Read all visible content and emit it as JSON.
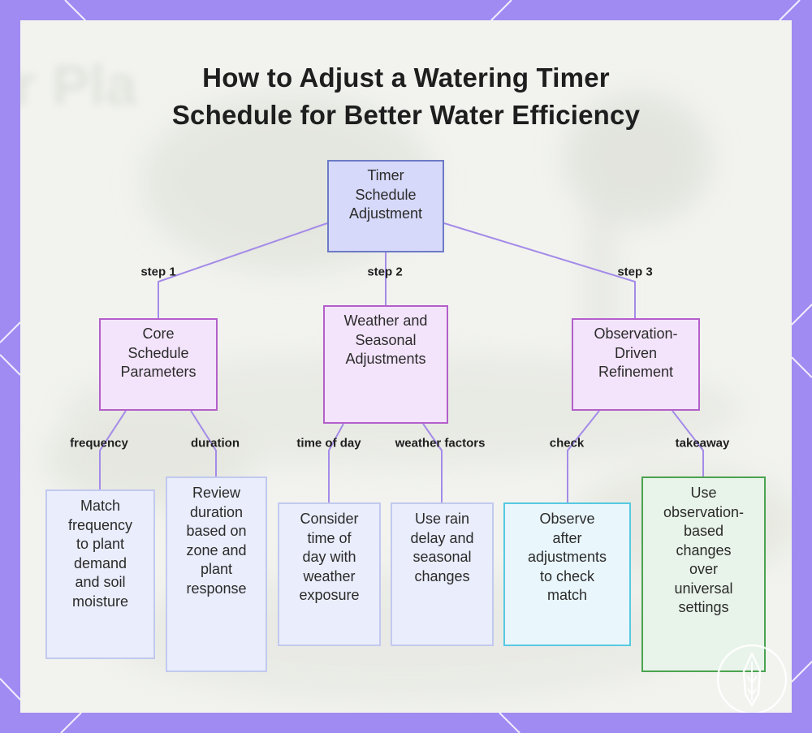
{
  "title": {
    "line1": "How to Adjust a Watering Timer",
    "line2": "Schedule for Better Water Efficiency"
  },
  "background_watermark_text": "r Pla",
  "colors": {
    "frame": "#a08bf2",
    "panel": "#f2f3ef",
    "connector": "#a48be8",
    "root_fill": "#d6d9f9",
    "root_border": "#6d7ac6",
    "mid_fill": "#f3e4fb",
    "mid_border": "#b35fcb",
    "leaf_fill": "#eaedfb",
    "leaf_border": "#c2c9ef",
    "check_border": "#57c9e2",
    "takeaway_border": "#4aa34e"
  },
  "diagram": {
    "root": {
      "lines": [
        "Timer",
        "Schedule",
        "Adjustment"
      ]
    },
    "edges": {
      "step1": "step 1",
      "step2": "step 2",
      "step3": "step 3",
      "frequency": "frequency",
      "duration": "duration",
      "time_of_day": "time of day",
      "weather_factors": "weather factors",
      "check": "check",
      "takeaway": "takeaway"
    },
    "core": {
      "lines": [
        "Core",
        "Schedule",
        "Parameters"
      ]
    },
    "weather": {
      "lines": [
        "Weather and",
        "Seasonal",
        "Adjustments"
      ]
    },
    "observation": {
      "lines": [
        "Observation-",
        "Driven",
        "Refinement"
      ]
    },
    "leaves": {
      "frequency": {
        "lines": [
          "Match",
          "frequency",
          "to plant",
          "demand",
          "and soil",
          "moisture"
        ]
      },
      "duration": {
        "lines": [
          "Review",
          "duration",
          "based on",
          "zone and",
          "plant",
          "response"
        ]
      },
      "time_of_day": {
        "lines": [
          "Consider",
          "time of",
          "day with",
          "weather",
          "exposure"
        ]
      },
      "weather_factors": {
        "lines": [
          "Use rain",
          "delay and",
          "seasonal",
          "changes"
        ]
      },
      "check": {
        "lines": [
          "Observe",
          "after",
          "adjustments",
          "to check",
          "match"
        ]
      },
      "takeaway": {
        "lines": [
          "Use",
          "observation-",
          "based",
          "changes",
          "over",
          "universal",
          "settings"
        ]
      }
    }
  },
  "watermark_icon": "leaf-seal-icon"
}
